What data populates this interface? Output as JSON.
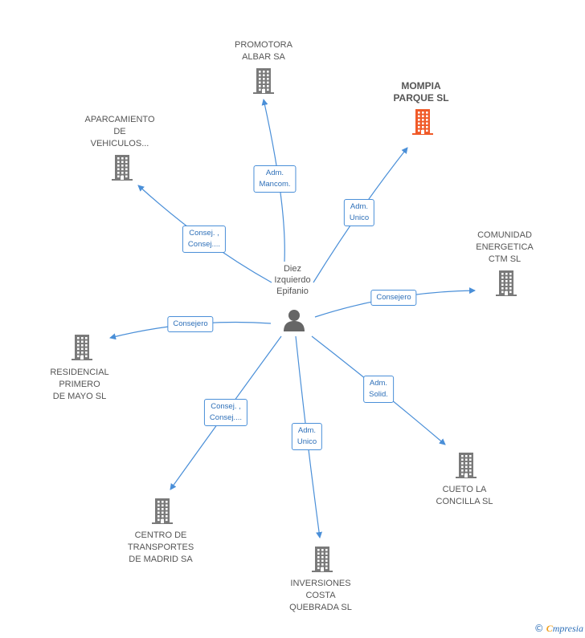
{
  "center": {
    "name": "Diez\nIzquierdo\nEpifanio"
  },
  "nodes": [
    {
      "id": "promotora",
      "label": "PROMOTORA\nALBAR SA",
      "highlight": false
    },
    {
      "id": "mompia",
      "label": "MOMPIA\nPARQUE  SL",
      "highlight": true
    },
    {
      "id": "aparcamiento",
      "label": "APARCAMIENTO\nDE\nVEHICULOS...",
      "highlight": false
    },
    {
      "id": "comunidad",
      "label": "COMUNIDAD\nENERGETICA\nCTM  SL",
      "highlight": false
    },
    {
      "id": "residencial",
      "label": "RESIDENCIAL\nPRIMERO\nDE MAYO  SL",
      "highlight": false
    },
    {
      "id": "cueto",
      "label": "CUETO LA\nCONCILLA  SL",
      "highlight": false
    },
    {
      "id": "centro",
      "label": "CENTRO DE\nTRANSPORTES\nDE MADRID SA",
      "highlight": false
    },
    {
      "id": "inversiones",
      "label": "INVERSIONES\nCOSTA\nQUEBRADA  SL",
      "highlight": false
    }
  ],
  "edges": [
    {
      "to": "promotora",
      "label": "Adm.\nMancom."
    },
    {
      "to": "mompia",
      "label": "Adm.\nUnico"
    },
    {
      "to": "aparcamiento",
      "label": "Consej. ,\nConsej...."
    },
    {
      "to": "comunidad",
      "label": "Consejero"
    },
    {
      "to": "residencial",
      "label": "Consejero"
    },
    {
      "to": "cueto",
      "label": "Adm.\nSolid."
    },
    {
      "to": "centro",
      "label": "Consej. ,\nConsej...."
    },
    {
      "to": "inversiones",
      "label": "Adm.\nUnico"
    }
  ],
  "colors": {
    "edge": "#4a8fd8",
    "building": "#7a7a7a",
    "highlight": "#f05a28",
    "person": "#666666"
  },
  "footer": {
    "copyright": "©",
    "brand_initial": "C",
    "brand_rest": "mpresia"
  }
}
